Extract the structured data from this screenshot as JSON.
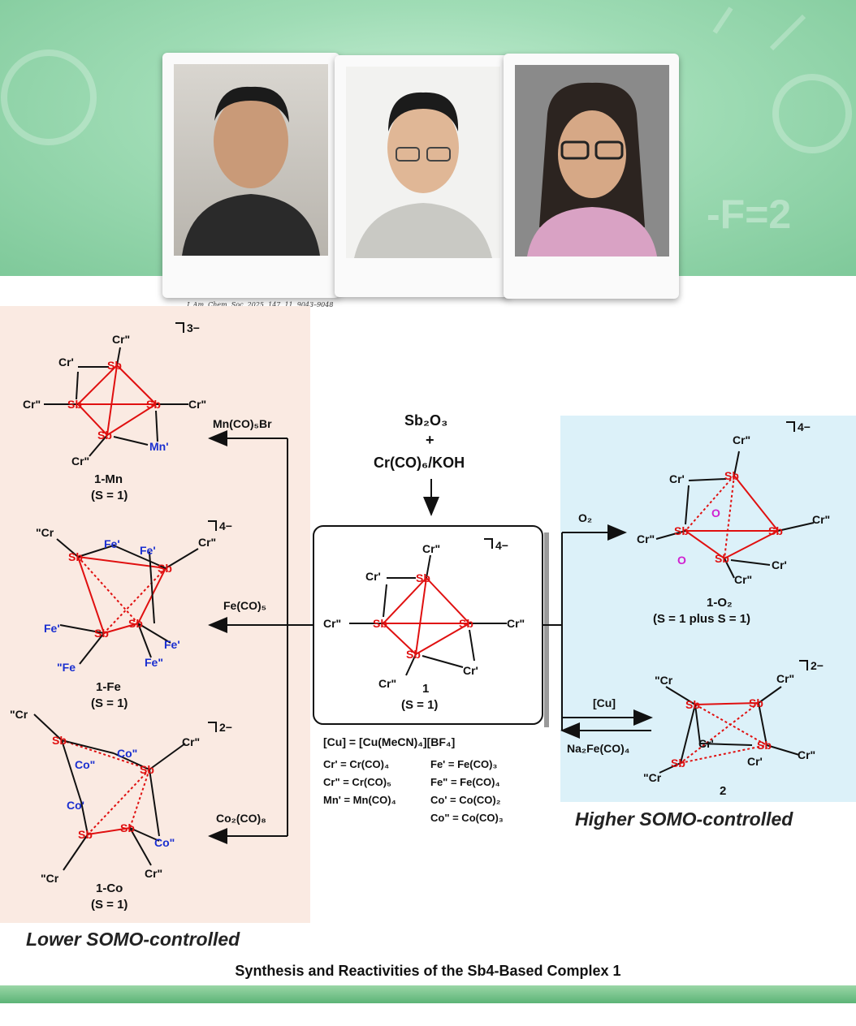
{
  "photos": {
    "citation": "J. Am. Chem. Soc. 2025, 147, 11, 9043–9048"
  },
  "reagents": {
    "sb2o3": "Sb₂O₃",
    "plus": "+",
    "cr_koh": "Cr(CO)₆/KOH",
    "mn": "Mn(CO)₅Br",
    "fe": "Fe(CO)₅",
    "co": "Co₂(CO)₈",
    "o2": "O₂",
    "cu": "[Cu]",
    "na2fe": "Na₂Fe(CO)₄"
  },
  "compounds": {
    "c1": {
      "name": "1",
      "spin": "(S = 1)",
      "charge": "4−"
    },
    "mn": {
      "name": "1-Mn",
      "spin": "(S = 1)",
      "charge": "3−"
    },
    "fe": {
      "name": "1-Fe",
      "spin": "(S = 1)",
      "charge": "4−"
    },
    "co": {
      "name": "1-Co",
      "spin": "(S = 1)",
      "charge": "2−"
    },
    "o2": {
      "name": "1-O₂",
      "spin": "(S = 1 plus S = 1)",
      "charge": "4−"
    },
    "c2": {
      "name": "2",
      "charge": "2−"
    }
  },
  "atoms": {
    "sb": "Sb",
    "cr1": "Cr'",
    "cr2": "Cr\"",
    "cr2b": "\"Cr",
    "mn1": "Mn'",
    "fe1": "Fe'",
    "fe2": "Fe\"",
    "fe2b": "\"Fe",
    "co1": "Co'",
    "co2": "Co\"",
    "o": "O"
  },
  "legend": {
    "cu": "[Cu] = [Cu(MeCN)₄][BF₄]",
    "cr1": "Cr' = Cr(CO)₄",
    "cr2": "Cr\" = Cr(CO)₅",
    "mn1": "Mn' = Mn(CO)₄",
    "fe1": "Fe' = Fe(CO)₃",
    "fe2": "Fe\" = Fe(CO)₄",
    "co1": "Co' = Co(CO)₂",
    "co2": "Co\" = Co(CO)₃"
  },
  "labels": {
    "lower": "Lower SOMO-controlled",
    "higher": "Higher SOMO-controlled"
  },
  "title": "Synthesis and Reactivities of the Sb4-Based Complex 1",
  "colors": {
    "sb": "#e01010",
    "metal_blue": "#1a2fd0",
    "oxygen": "#d020d0",
    "bond_red": "#e01010",
    "panel_left": "#faeae2",
    "panel_right": "#dcf1f9"
  }
}
